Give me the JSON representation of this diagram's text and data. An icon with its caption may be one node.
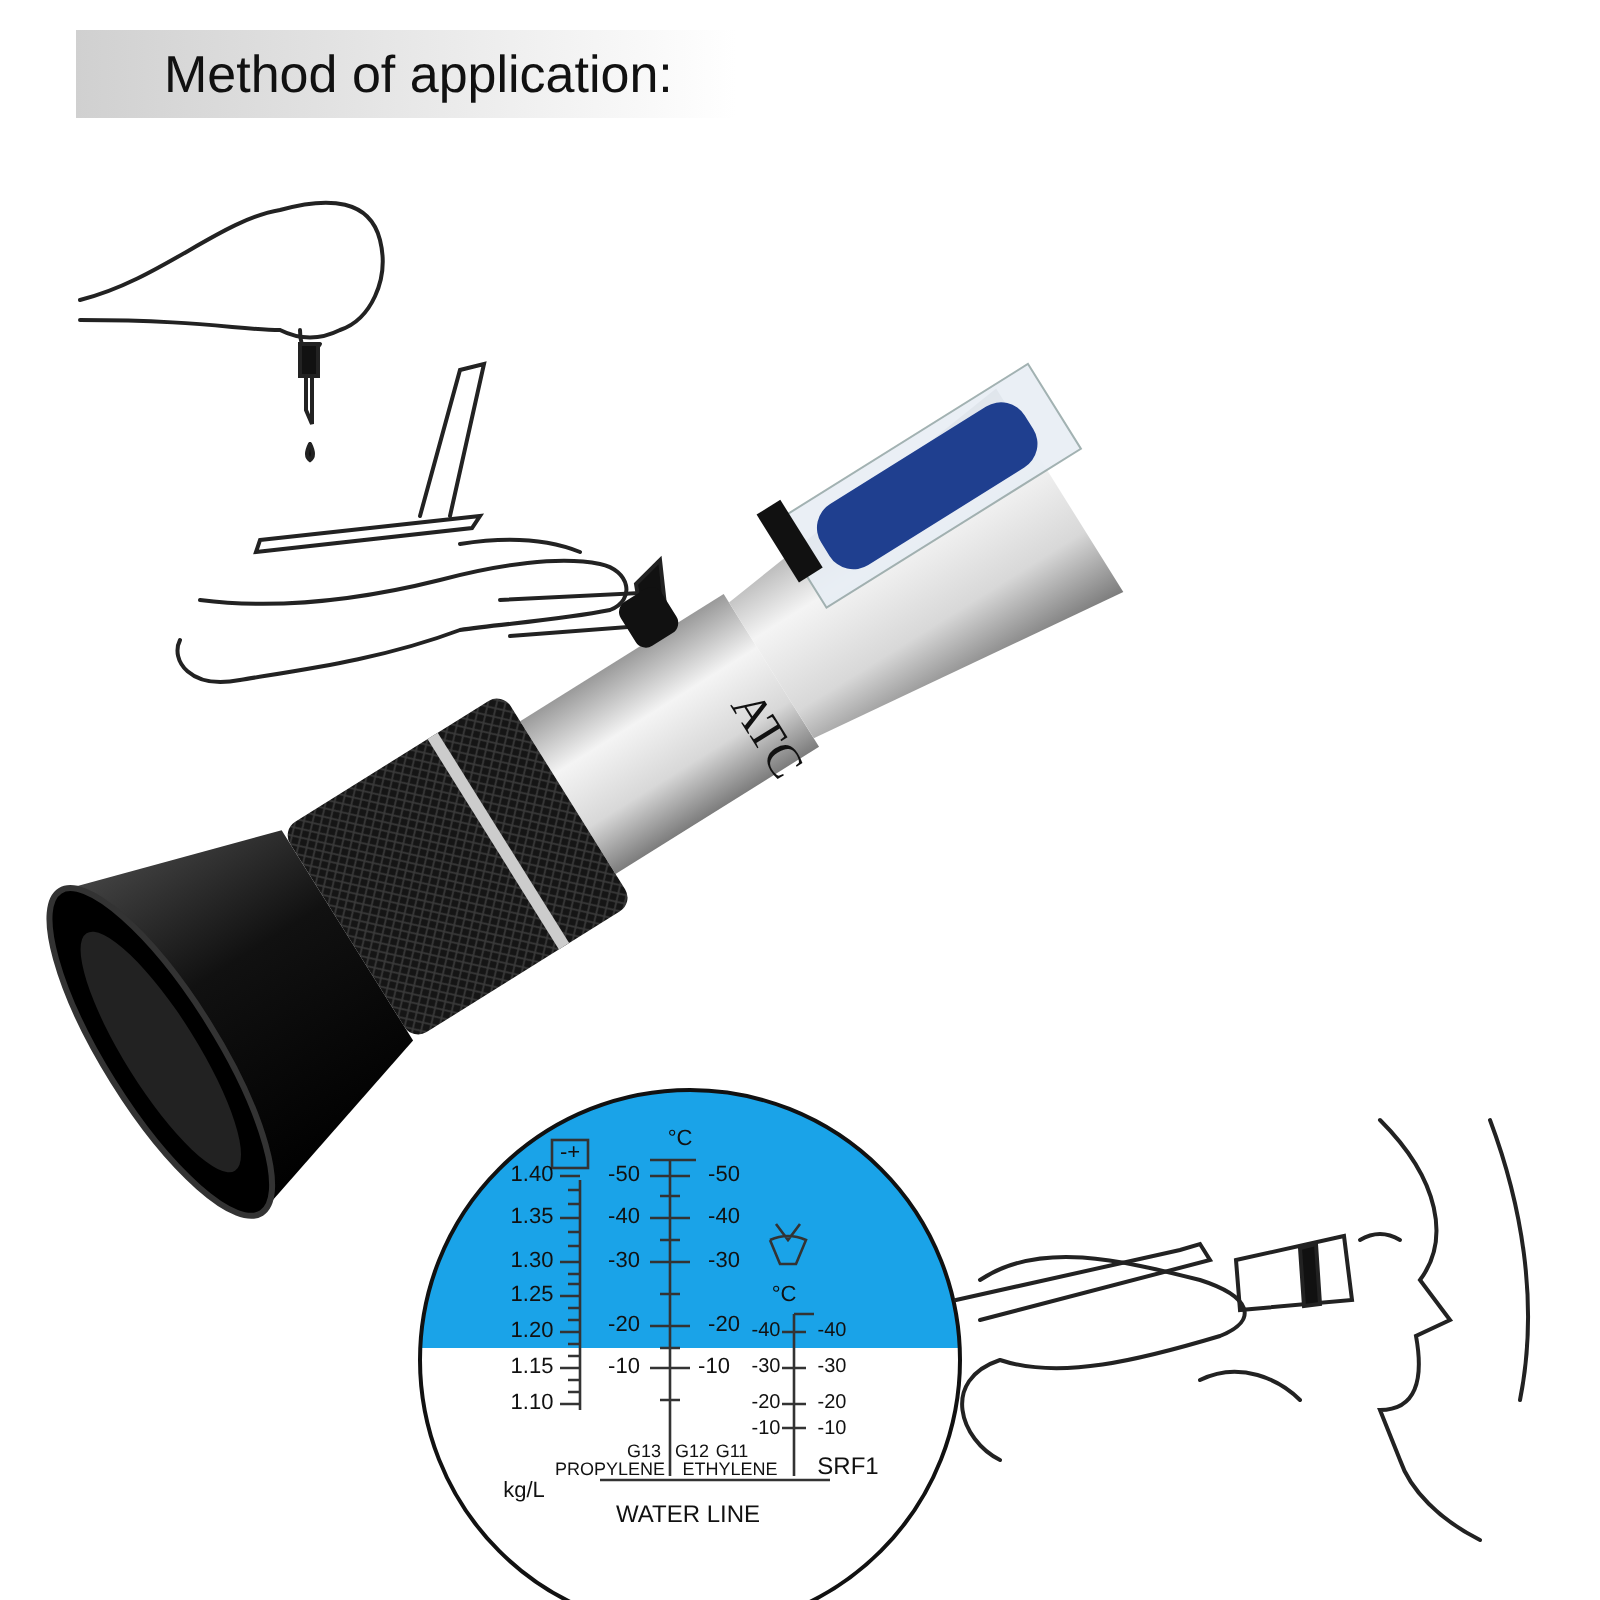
{
  "diagram": {
    "title": "Method of application:",
    "labels": [
      "ATC",
      "-+",
      "°C",
      "1.40",
      "-50",
      "-50",
      "1.35",
      "-40",
      "-40",
      "1.30",
      "-30",
      "-30",
      "1.25",
      "°C",
      "1.20",
      "-20",
      "-20",
      "-40",
      "-40",
      "1.15",
      "-10",
      "-10",
      "-30",
      "-30",
      "1.10",
      "-20",
      "-20",
      "-10",
      "-10",
      "G13",
      "G12",
      "G11",
      "PROPYLENE",
      "ETHYLENE",
      "SRF1",
      "kg/L",
      "WATER LINE"
    ]
  }
}
